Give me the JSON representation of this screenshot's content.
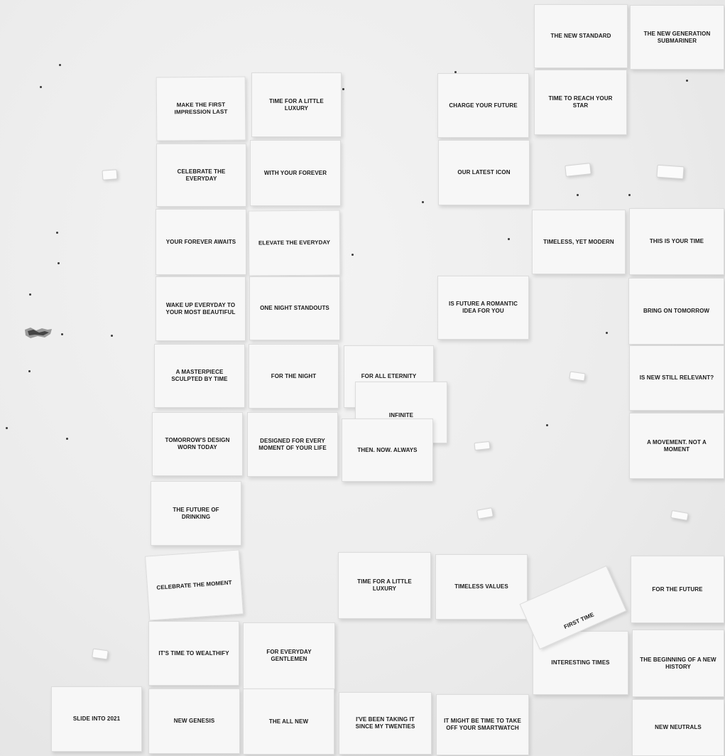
{
  "cards": [
    {
      "id": "the-new-standard",
      "text": "THE NEW STANDARD"
    },
    {
      "id": "the-new-generation-submariner",
      "text": "THE NEW GENERATION SUBMARINER"
    },
    {
      "id": "make-the-first-impression-last",
      "text": "MAKE THE FIRST IMPRESSION LAST"
    },
    {
      "id": "time-for-a-little-luxury-top",
      "text": "TIME FOR A LITTLE LUXURY"
    },
    {
      "id": "charge-your-future",
      "text": "CHARGE YOUR FUTURE"
    },
    {
      "id": "time-to-reach-your-star",
      "text": "TIME TO REACH YOUR STAR"
    },
    {
      "id": "celebrate-the-everyday",
      "text": "CELEBRATE THE EVERYDAY"
    },
    {
      "id": "with-your-forever",
      "text": "WITH YOUR FOREVER"
    },
    {
      "id": "our-latest-icon",
      "text": "OUR LATEST ICON"
    },
    {
      "id": "your-forever-awaits",
      "text": "YOUR FOREVER AWAITS"
    },
    {
      "id": "elevate-the-everyday",
      "text": "ELEVATE THE EVERYDAY"
    },
    {
      "id": "timeless-yet-modern",
      "text": "TIMELESS, YET MODERN"
    },
    {
      "id": "this-is-your-time",
      "text": "THIS IS YOUR TIME"
    },
    {
      "id": "wake-up-everyday",
      "text": "WAKE UP EVERYDAY TO YOUR MOST BEAUTIFUL"
    },
    {
      "id": "one-night-standouts",
      "text": "ONE NIGHT STANDOUTS"
    },
    {
      "id": "is-future-a-romantic-idea",
      "text": "IS FUTURE A ROMANTIC IDEA FOR YOU"
    },
    {
      "id": "bring-on-tomorrow",
      "text": "BRING ON TOMORROW"
    },
    {
      "id": "a-masterpiece-sculpted",
      "text": "A MASTERPIECE SCULPTED BY TIME"
    },
    {
      "id": "for-the-night",
      "text": "FOR THE NIGHT"
    },
    {
      "id": "for-all-eternity",
      "text": "FOR ALL ETERNITY"
    },
    {
      "id": "infinite",
      "text": "INFINITE"
    },
    {
      "id": "is-new-still-relevant",
      "text": "IS NEW STILL RELEVANT?"
    },
    {
      "id": "tomorrows-design",
      "text": "TOMORROW'S DESIGN WORN TODAY"
    },
    {
      "id": "designed-for-every-moment",
      "text": "DESIGNED FOR EVERY MOMENT OF YOUR LIFE"
    },
    {
      "id": "then-now-always",
      "text": "THEN. NOW. ALWAYS"
    },
    {
      "id": "a-movement-not-a-moment",
      "text": "A MOVEMENT. NOT A MOMENT"
    },
    {
      "id": "the-future-of-drinking",
      "text": "THE FUTURE OF DRINKING"
    },
    {
      "id": "celebrate-the-moment",
      "text": "CELEBRATE THE MOMENT"
    },
    {
      "id": "time-for-a-little-luxury-bottom",
      "text": "TIME FOR A LITTLE LUXURY"
    },
    {
      "id": "timeless-values",
      "text": "TIMELESS VALUES"
    },
    {
      "id": "for-the-future-tilted",
      "text": "FOR THE FUTURE"
    },
    {
      "id": "its-time-to-wealthify",
      "text": "IT'S TIME TO WEALTHIFY"
    },
    {
      "id": "for-everyday-gentlemen",
      "text": "FOR EVERYDAY GENTLEMEN"
    },
    {
      "id": "interesting-times",
      "text": "INTERESTING TIMES"
    },
    {
      "id": "the-beginning-of-a-new-history",
      "text": "THE BEGINNING OF A NEW HISTORY"
    },
    {
      "id": "first-time",
      "text": "FIRST TIME"
    },
    {
      "id": "slide-into-2021",
      "text": "SLIDE INTO 2021"
    },
    {
      "id": "new-genesis",
      "text": "NEW GENESIS"
    },
    {
      "id": "the-all-new",
      "text": "THE ALL NEW"
    },
    {
      "id": "ive-been-taking-it",
      "text": "I'VE BEEN TAKING IT SINCE MY TWENTIES"
    },
    {
      "id": "it-might-be-time",
      "text": "IT MIGHT BE TIME TO TAKE OFF YOUR SMARTWATCH"
    },
    {
      "id": "new-neutrals",
      "text": "NEW NEUTRALS"
    }
  ]
}
